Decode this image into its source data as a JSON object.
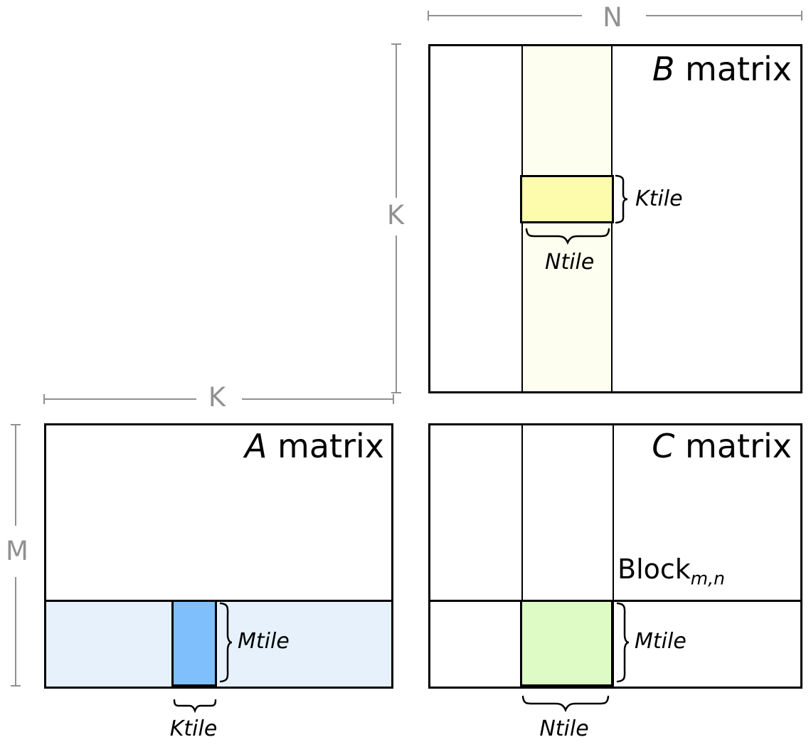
{
  "colors": {
    "background": "#FFFFFF",
    "line_black": "#000000",
    "dim_gray": "#919191",
    "b_strip_bg": "#FDFDF0",
    "b_tile_bg": "#FCFCAC",
    "a_strip_bg": "#E7F1FC",
    "a_tile_bg": "#7FBFFC",
    "c_tile_bg": "#DEFBC5"
  },
  "matrices": {
    "b": {
      "title_letter": "B",
      "title_word": "matrix",
      "right_tile_label": "Ktile",
      "bottom_tile_label": "Ntile"
    },
    "a": {
      "title_letter": "A",
      "title_word": "matrix",
      "right_tile_label": "Mtile",
      "bottom_tile_label": "Ktile"
    },
    "c": {
      "title_letter": "C",
      "title_word": "matrix",
      "block_word": "Block",
      "block_subscript": "m,n",
      "right_tile_label": "Mtile",
      "bottom_tile_label": "Ntile"
    }
  },
  "dimension_labels": {
    "n_top": "N",
    "k_left_of_b": "K",
    "k_above_a": "K",
    "m_left_of_a": "M"
  }
}
